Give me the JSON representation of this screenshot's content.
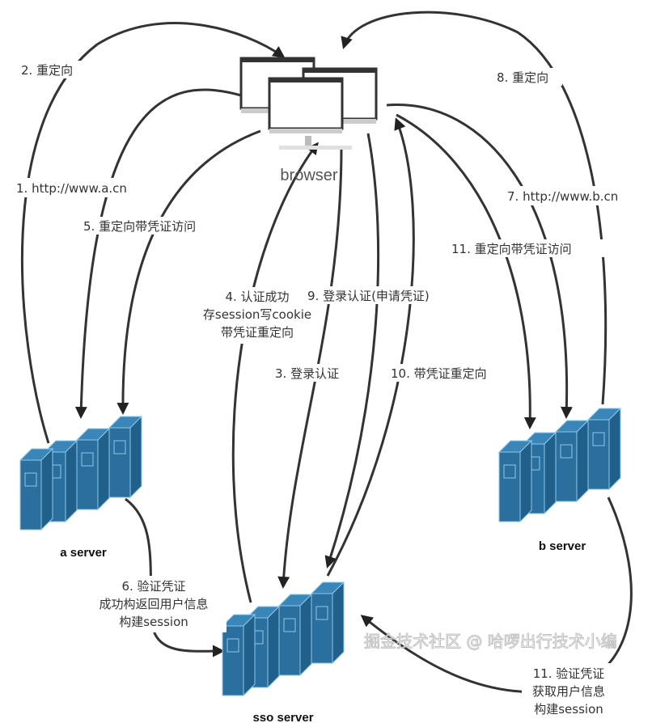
{
  "nodes": {
    "browser": "browser",
    "a_server": "a server",
    "b_server": "b server",
    "sso_server": "sso server"
  },
  "edges": [
    {
      "label": "1. http://www.a.cn"
    },
    {
      "label": "2. 重定向"
    },
    {
      "label": "3. 登录认证"
    },
    {
      "label_lines": [
        "4. 认证成功",
        "存session写cookie",
        "带凭证重定向"
      ]
    },
    {
      "label": "5. 重定向带凭证访问"
    },
    {
      "label_lines": [
        "6. 验证凭证",
        "成功构返回用户信息",
        "构建session"
      ]
    },
    {
      "label": "7. http://www.b.cn"
    },
    {
      "label": "8. 重定向"
    },
    {
      "label": "9. 登录认证(申请凭证)"
    },
    {
      "label": "10. 带凭证重定向"
    },
    {
      "label": "11. 重定向带凭证访问"
    },
    {
      "label_lines": [
        "11. 验证凭证",
        "获取用户信息",
        "构建session"
      ]
    }
  ],
  "watermark": "掘金技术社区 @ 哈啰出行技术小编",
  "colors": {
    "server": "#2b6f9f",
    "edge": "#333333"
  }
}
